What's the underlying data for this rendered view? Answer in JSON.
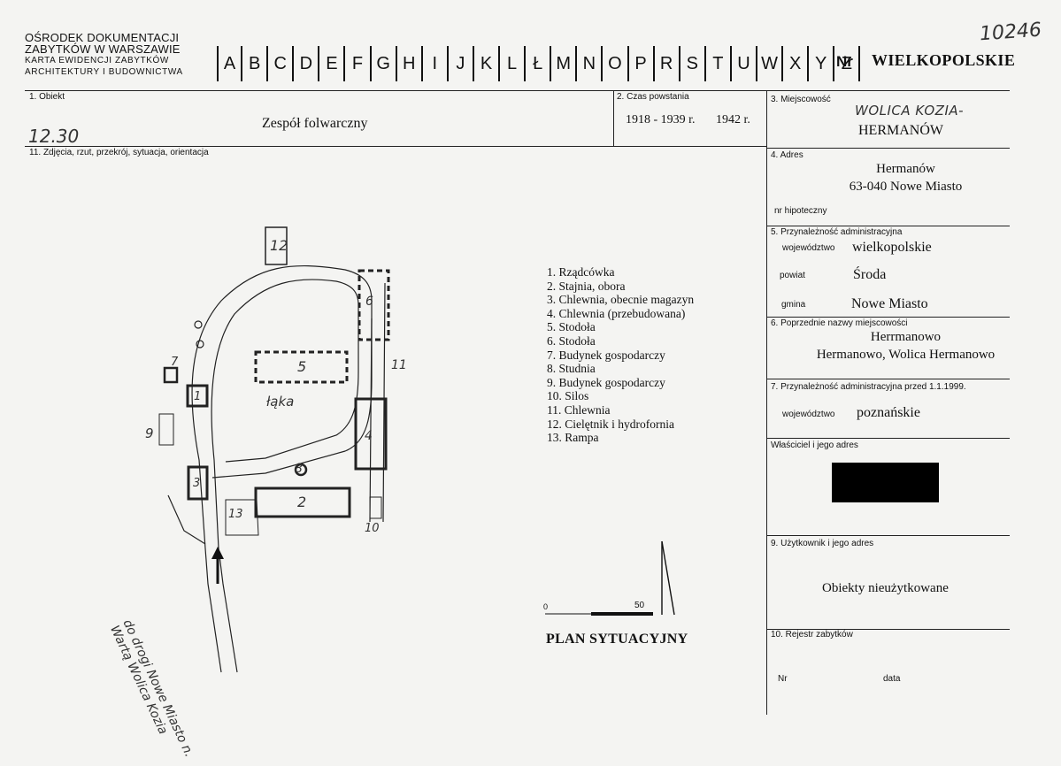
{
  "header": {
    "org_line1": "OŚRODEK DOKUMENTACJI",
    "org_line2": "ZABYTKÓW W WARSZAWIE",
    "org_line3": "KARTA EWIDENCJI ZABYTKÓW",
    "org_line4": "ARCHITEKTURY I BUDOWNICTWA",
    "letters": [
      "A",
      "B",
      "C",
      "D",
      "E",
      "F",
      "G",
      "H",
      "I",
      "J",
      "K",
      "L",
      "Ł",
      "M",
      "N",
      "O",
      "P",
      "R",
      "S",
      "T",
      "U",
      "W",
      "X",
      "Y",
      "Z"
    ],
    "nr_label": "Nr",
    "region": "WIELKOPOLSKIE",
    "card_number": "10246"
  },
  "fields": {
    "obiekt_label": "1. Obiekt",
    "obiekt_value": "Zespół folwarczny",
    "obiekt_handnote": "12.30",
    "czas_label": "2. Czas powstania",
    "czas_value1": "1918 - 1939 r.",
    "czas_value2": "1942 r.",
    "miejscowosc_label": "3. Miejscowość",
    "miejscowosc_hand": "WOLICA KOZIA-",
    "miejscowosc_value": "HERMANÓW",
    "zdjecia_label": "11. Zdjęcia, rzut, przekrój, sytuacja, orientacja",
    "adres_label": "4. Adres",
    "adres_line1": "Hermanów",
    "adres_line2": "63-040  Nowe Miasto",
    "hipoteczny_label": "nr hipoteczny",
    "przynaleznosc_label": "5. Przynależność administracyjna",
    "woj_label": "województwo",
    "woj_value": "wielkopolskie",
    "powiat_label": "powiat",
    "powiat_value": "Środa",
    "gmina_label": "gmina",
    "gmina_value": "Nowe Miasto",
    "poprzednie_label": "6. Poprzednie nazwy miejscowości",
    "poprzednie_line1": "Herrmanowo",
    "poprzednie_line2": "Hermanowo, Wolica Hermanowo",
    "przed_label": "7. Przynależność administracyjna przed 1.1.1999.",
    "woj2_label": "województwo",
    "woj2_value": "poznańskie",
    "wlasciciel_label": "Właściciel i jego adres",
    "uzytkownik_label": "9. Użytkownik i jego adres",
    "uzytkownik_value": "Obiekty nieużytkowane",
    "rejestr_label": "10. Rejestr zabytków",
    "nr_small": "Nr",
    "data_small": "data"
  },
  "plan": {
    "title": "PLAN SYTUACYJNY",
    "legend": [
      "1. Rządcówka",
      "2. Stajnia, obora",
      "3. Chlewnia, obecnie magazyn",
      "4. Chlewnia (przebudowana)",
      "5. Stodoła",
      "6. Stodoła",
      "7. Budynek gospodarczy",
      "8. Studnia",
      "9. Budynek gospodarczy",
      "10. Silos",
      "11. Chlewnia",
      "12. Cielętnik i hydrofornia",
      "13. Rampa"
    ],
    "meadow": "łąka",
    "road": "do drogi Nowe Miasto n. Wartą Wolica Kozia",
    "scale_0": "0",
    "scale_50": "50",
    "labels": [
      "1",
      "2",
      "3",
      "4",
      "5",
      "6",
      "7",
      "8",
      "9",
      "10",
      "11",
      "12",
      "13"
    ]
  }
}
